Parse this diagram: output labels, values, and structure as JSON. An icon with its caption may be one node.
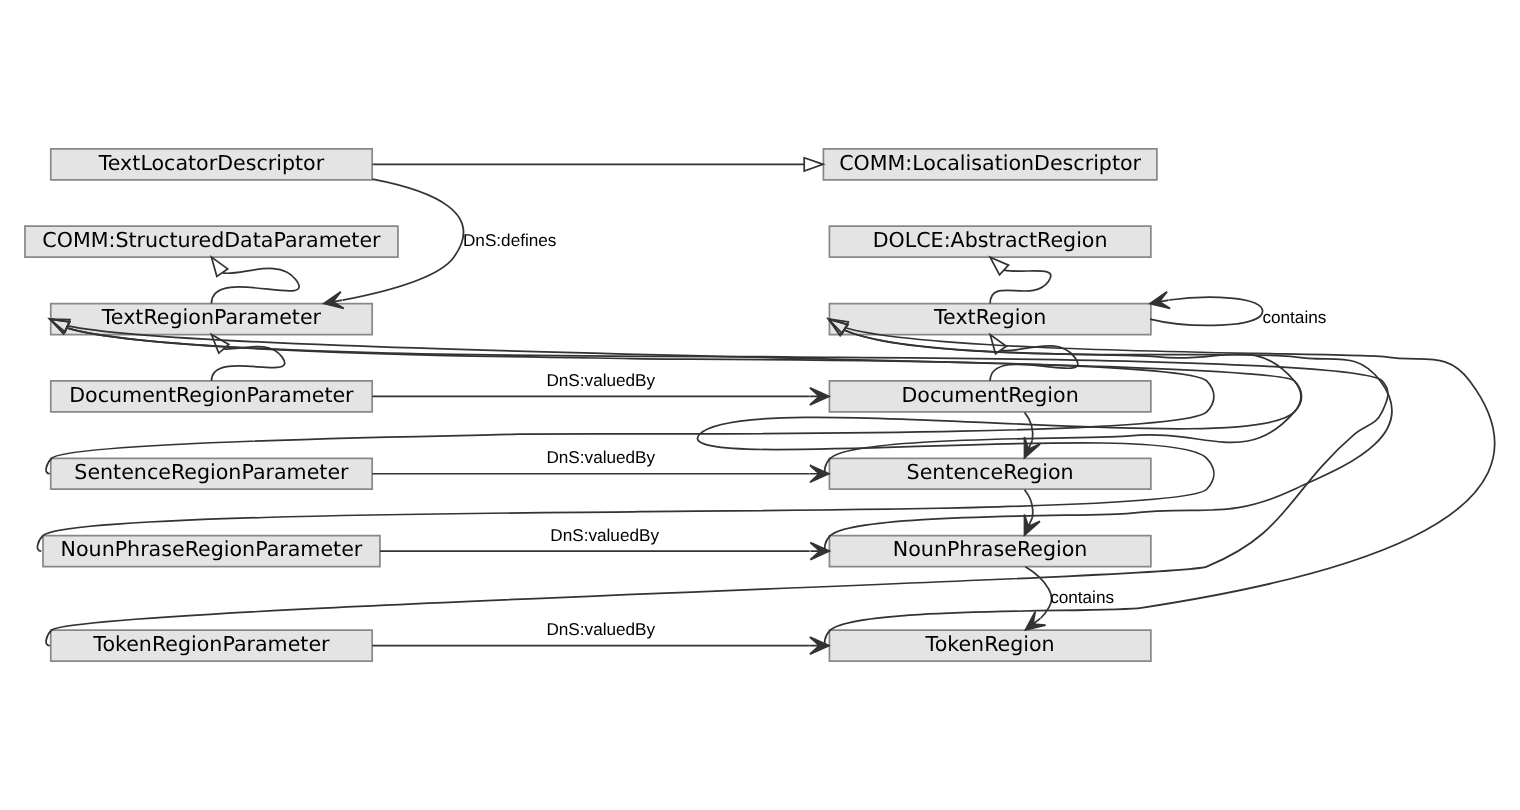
{
  "diagram": {
    "nodes": [
      {
        "text": [
          "TextLocatorDescriptor"
        ]
      },
      {
        "text": [
          "COMM:LocalisationDescriptor"
        ]
      },
      {
        "text": [
          "COMM:StructuredDataParameter"
        ]
      },
      {
        "text": [
          "DOLCE:AbstractRegion"
        ]
      },
      {
        "text": [
          "TextRegionParameter"
        ]
      },
      {
        "text": [
          "TextRegion"
        ]
      },
      {
        "text": [
          "DocumentRegionParameter"
        ]
      },
      {
        "text": [
          "DocumentRegion"
        ]
      },
      {
        "text": [
          "SentenceRegionParameter"
        ]
      },
      {
        "text": [
          "SentenceRegion"
        ]
      },
      {
        "text": [
          "NounPhraseRegionParameter"
        ]
      },
      {
        "text": [
          "NounPhraseRegion"
        ]
      },
      {
        "text": [
          "TokenRegionParameter"
        ]
      },
      {
        "text": [
          "TokenRegion"
        ]
      }
    ],
    "edges": [
      {
        "from": 0,
        "to": 1,
        "arrow": "to"
      },
      {
        "from": 0,
        "to": 4,
        "arrow": "to",
        "label": "DnS:defines"
      },
      {
        "from": 4,
        "to": 2,
        "arrow": "to"
      },
      {
        "from": 5,
        "to": 3,
        "arrow": "to"
      },
      {
        "from": 5,
        "to": 5,
        "arrow": "to",
        "label": "contains"
      },
      {
        "from": 6,
        "to": 4,
        "arrow": "to"
      },
      {
        "from": 6,
        "to": 7,
        "arrow": "to",
        "label": "DnS:valuedBy"
      },
      {
        "from": 7,
        "to": 5,
        "arrow": "to"
      },
      {
        "from": 7,
        "to": 9,
        "arrow": "to"
      },
      {
        "from": 8,
        "to": 4,
        "arrow": "to"
      },
      {
        "from": 8,
        "to": 9,
        "arrow": "to",
        "label": "DnS:valuedBy"
      },
      {
        "from": 9,
        "to": 5,
        "arrow": "to"
      },
      {
        "from": 9,
        "to": 11,
        "arrow": "to"
      },
      {
        "from": 10,
        "to": 4,
        "arrow": "to"
      },
      {
        "from": 10,
        "to": 11,
        "arrow": "to",
        "label": "DnS:valuedBy"
      },
      {
        "from": 11,
        "to": 5,
        "arrow": "to"
      },
      {
        "from": 11,
        "to": 13,
        "arrow": "to",
        "label": "contains"
      },
      {
        "from": 12,
        "to": 4,
        "arrow": "to"
      },
      {
        "from": 12,
        "to": 13,
        "arrow": "to",
        "label": "DnS:valuedBy"
      },
      {
        "from": 13,
        "to": 5,
        "arrow": "to"
      }
    ]
  }
}
